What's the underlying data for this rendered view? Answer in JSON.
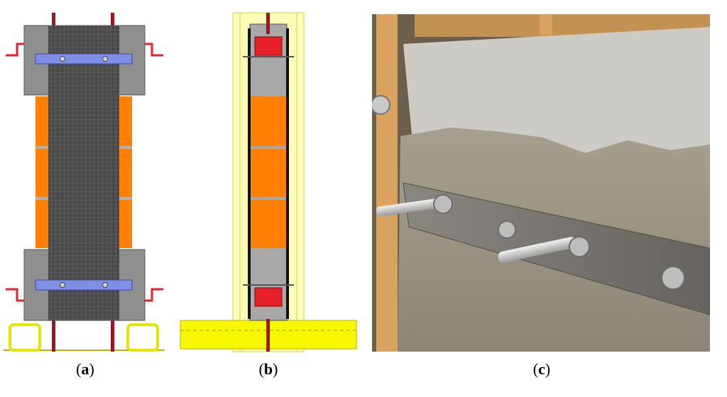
{
  "figure": {
    "panels": [
      {
        "id": "a",
        "caption_open": "(",
        "caption_letter": "a",
        "caption_close": ")"
      },
      {
        "id": "b",
        "caption_open": "(",
        "caption_letter": "b",
        "caption_close": ")"
      },
      {
        "id": "c",
        "caption_open": "(",
        "caption_letter": "c",
        "caption_close": ")"
      }
    ]
  },
  "colors": {
    "rebar": "#a01420",
    "steel_gray": "#8f8f8f",
    "mesh": "#4a4a4a",
    "orange_block": "#ff8000",
    "blue_plate": "#7f8fe6",
    "red_anchor": "#e8202a",
    "yellow_fill": "#f7f700",
    "pale_yellow": "#fffbb8",
    "mortar": "#9c9585",
    "concrete_light": "#cdcbc5",
    "steel_plate": "#7a7772",
    "timber": "#d9a260"
  }
}
